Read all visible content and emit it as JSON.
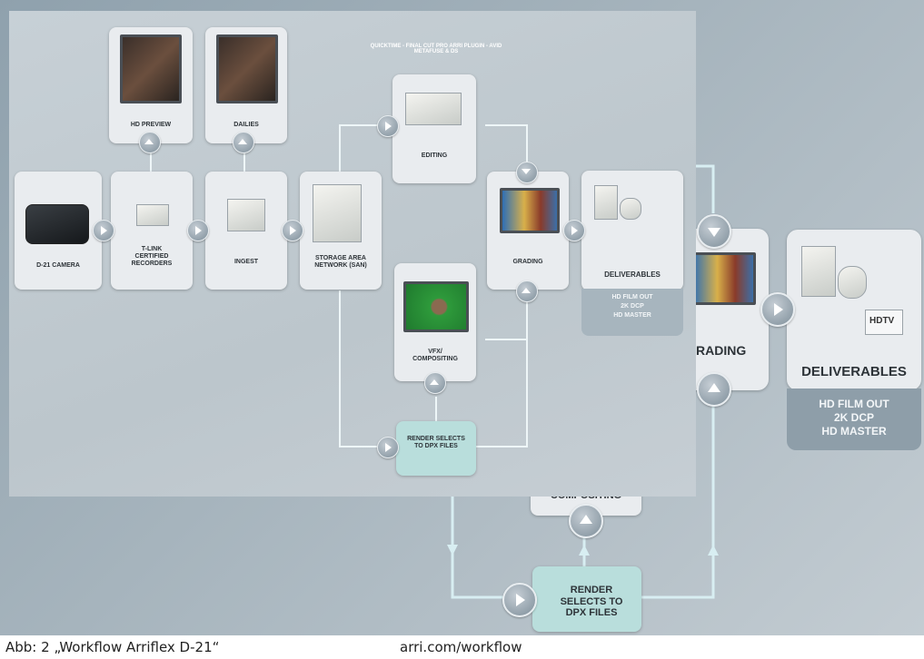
{
  "caption": {
    "figure": "Abb: 2 „Workflow Arriflex D-21“",
    "source": "arri.com/workflow"
  },
  "colors": {
    "background": "#9aabb6",
    "card": "#e9ecef",
    "card_highlight": "#b9dedc",
    "connector": "#d8eef2",
    "arrow_button": "#93a1ab"
  },
  "large": {
    "grading": "RADING",
    "deliverables": "DELIVERABLES",
    "deliverables_formats": [
      "HD FILM OUT",
      "2K DCP",
      "HD MASTER"
    ],
    "compositing_fragment": "COMPOSITING",
    "render": "RENDER SELECTS TO DPX FILES",
    "badge": "HDTV"
  },
  "small": {
    "top_note": "QUICKTIME - FINAL CUT PRO ARRI PLUGIN - AVID METAFUSE & DS",
    "hd_preview": "HD PREVIEW",
    "dailies": "DAILIES",
    "camera": "D-21 CAMERA",
    "recorders": "T-LINK CERTIFIED RECORDERS",
    "ingest": "INGEST",
    "san": "STORAGE AREA NETWORK (SAN)",
    "editing": "EDITING",
    "grading": "GRADING",
    "deliverables": "DELIVERABLES",
    "deliverables_formats": [
      "HD FILM OUT",
      "2K DCP",
      "HD MASTER"
    ],
    "vfx": "VFX/ COMPOSITING",
    "render": "RENDER SELECTS TO DPX FILES"
  }
}
